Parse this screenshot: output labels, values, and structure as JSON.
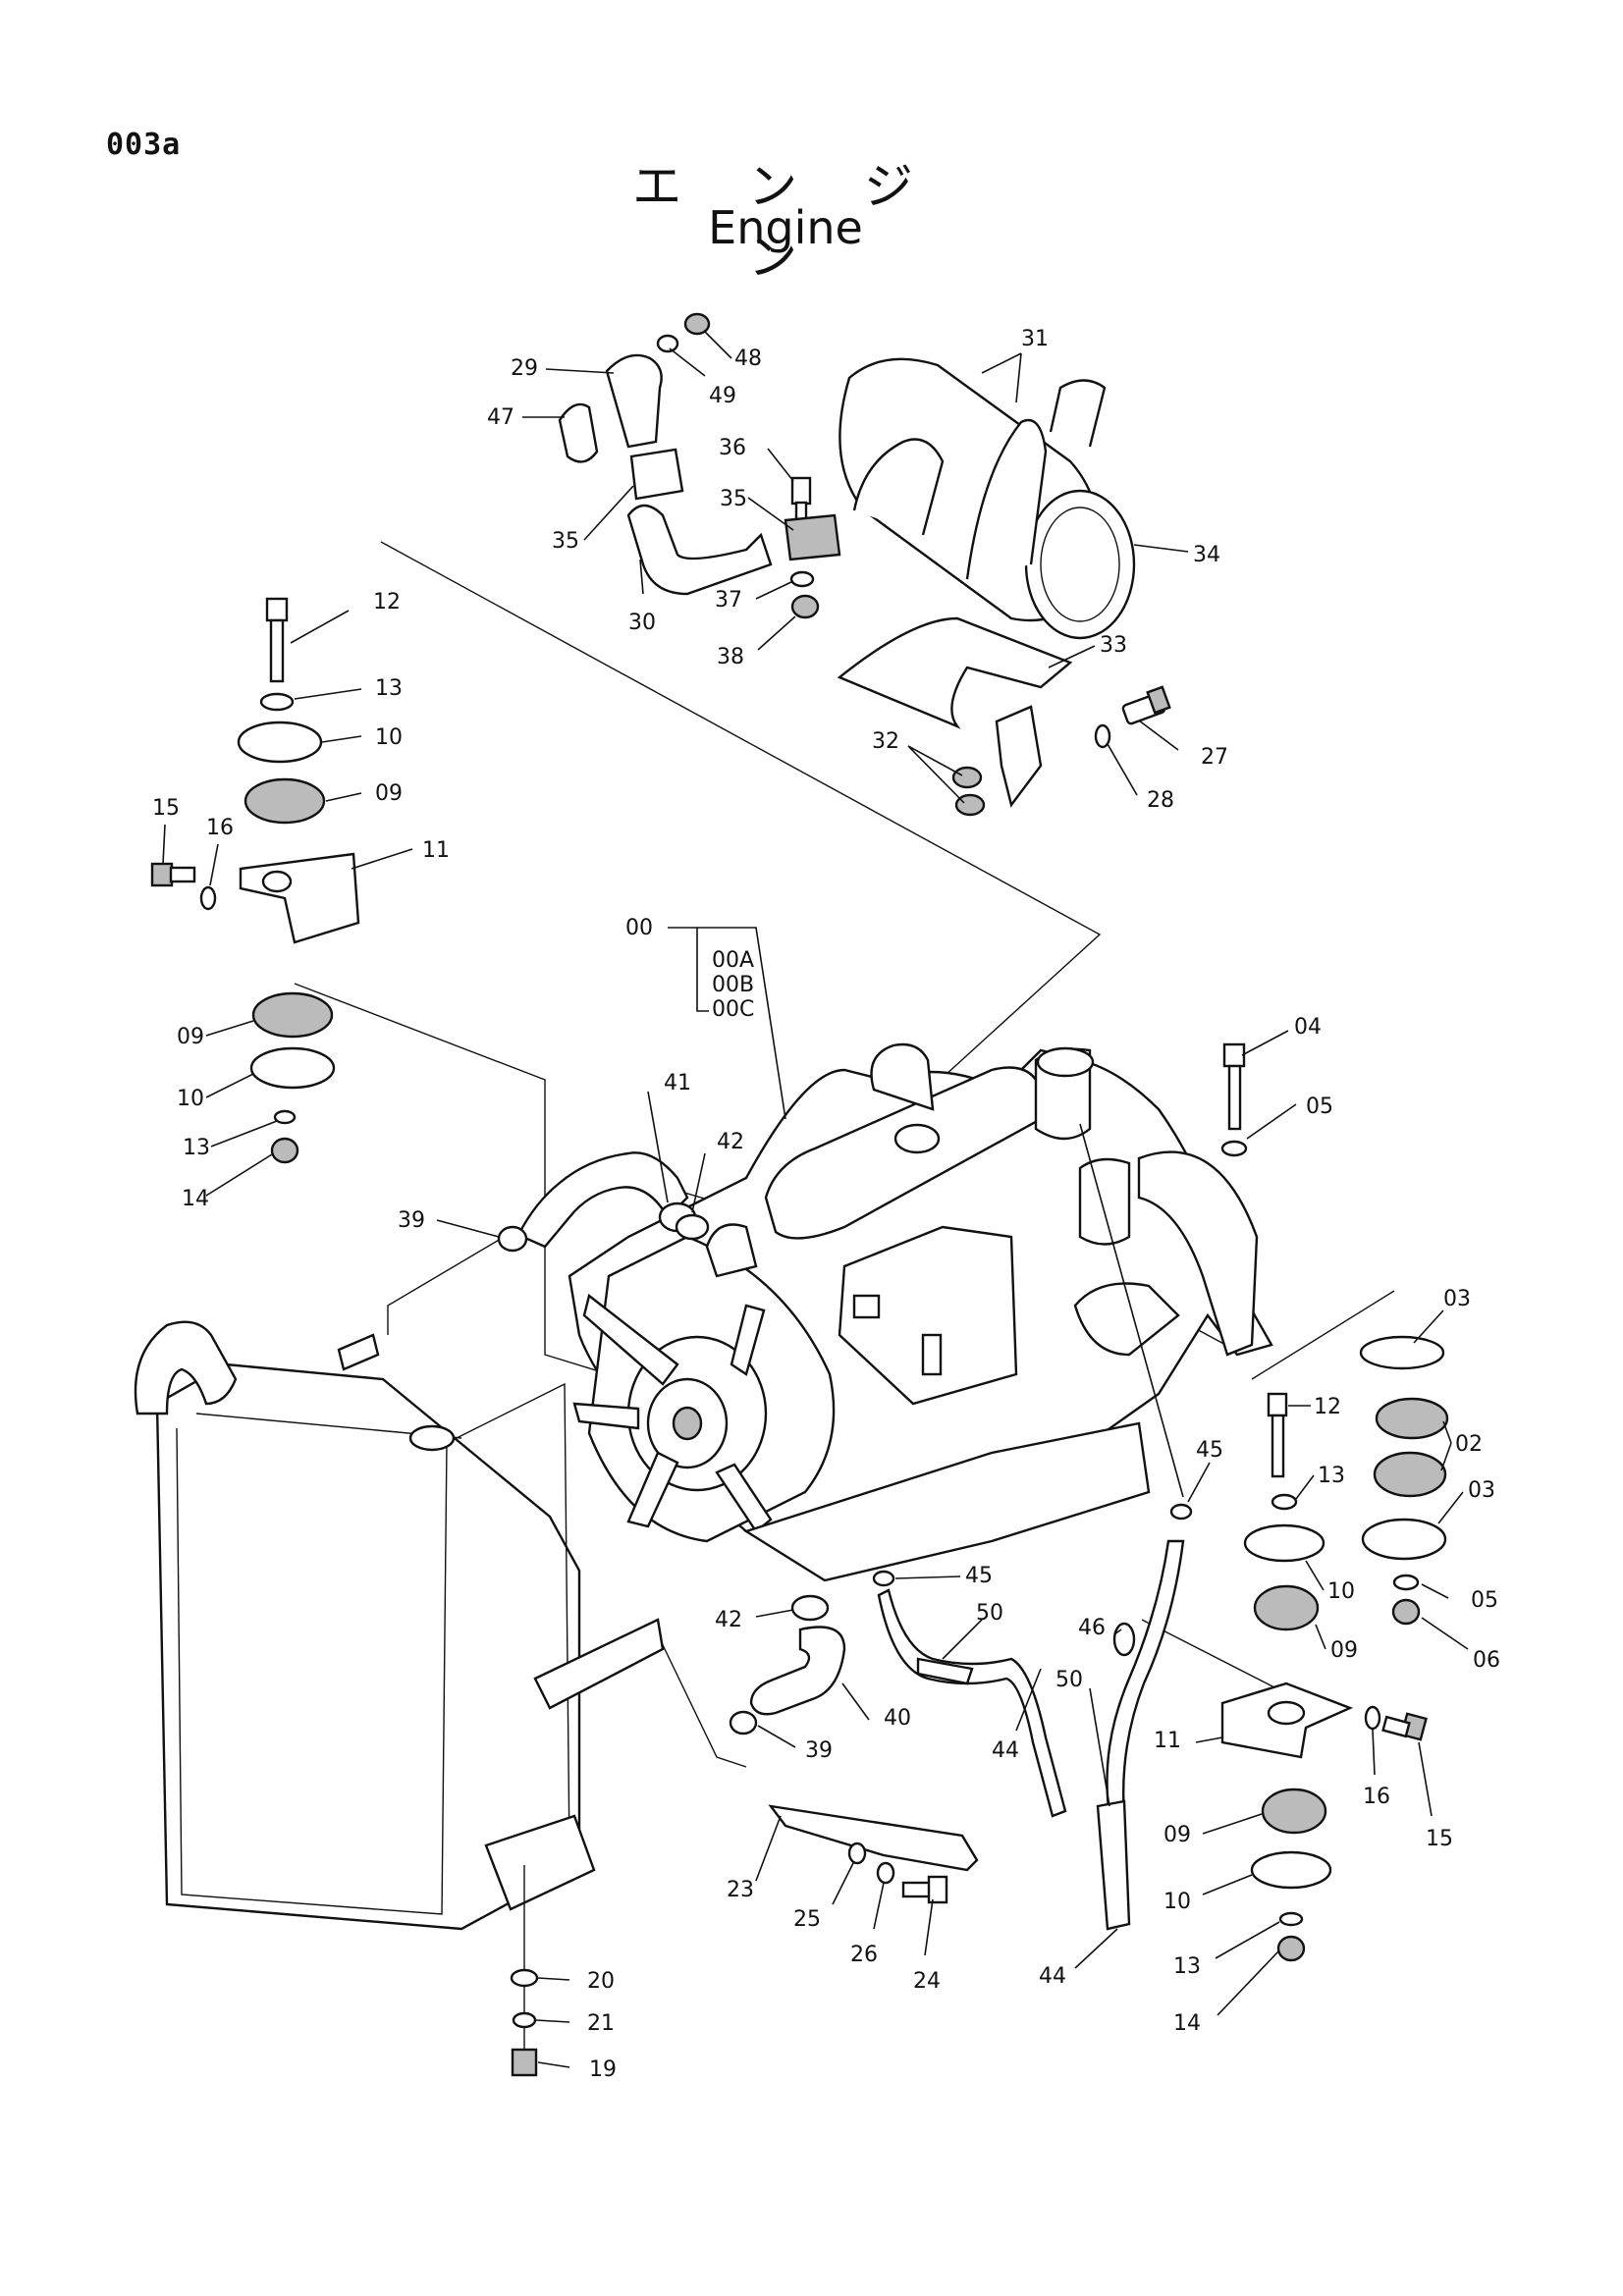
{
  "page_code": "003a",
  "title_jp": "エ ン ジ ン",
  "title_en": "Engine",
  "callouts": {
    "c31": "31",
    "c29": "29",
    "c48": "48",
    "c49": "49",
    "c47": "47",
    "c36": "36",
    "c35a": "35",
    "c35b": "35",
    "c34": "34",
    "c30": "30",
    "c37": "37",
    "c38": "38",
    "c33": "33",
    "c27": "27",
    "c32": "32",
    "c28": "28",
    "c12a": "12",
    "c13a": "13",
    "c10a": "10",
    "c09a": "09",
    "c15a": "15",
    "c16a": "16",
    "c11a": "11",
    "c09b": "09",
    "c10b": "10",
    "c13b": "13",
    "c14a": "14",
    "c00": "00",
    "c00A": "00A",
    "c00B": "00B",
    "c00C": "00C",
    "c04": "04",
    "c05a": "05",
    "c41": "41",
    "c42a": "42",
    "c39a": "39",
    "c03a": "03",
    "c12b": "12",
    "c02": "02",
    "c13c": "13",
    "c03b": "03",
    "c45a": "45",
    "c10c": "10",
    "c05b": "05",
    "c06": "06",
    "c09c": "09",
    "c45b": "45",
    "c42b": "42",
    "c50a": "50",
    "c46": "46",
    "c50b": "50",
    "c11b": "11",
    "c40": "40",
    "c39b": "39",
    "c44a": "44",
    "c16b": "16",
    "c15b": "15",
    "c09d": "09",
    "c23": "23",
    "c25": "25",
    "c26": "26",
    "c24": "24",
    "c10d": "10",
    "c13d": "13",
    "c14b": "14",
    "c44b": "44",
    "c20": "20",
    "c21": "21",
    "c19": "19"
  }
}
